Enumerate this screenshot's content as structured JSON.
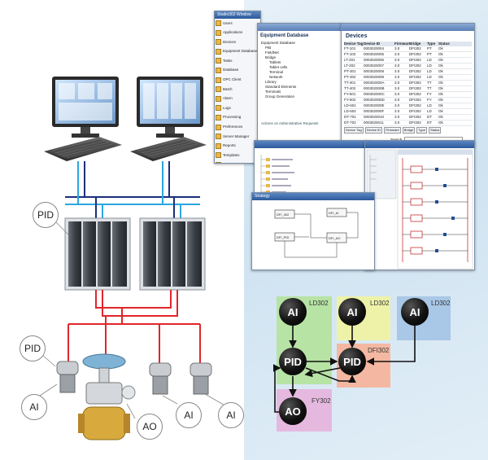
{
  "software": {
    "nav_window": {
      "title": "Studio302 Window",
      "items": [
        "Users",
        "Applications",
        "Devices",
        "Equipment Database",
        "Tasks",
        "Database",
        "OPC Client",
        "Batch",
        "Alarm",
        "Logs",
        "Processing",
        "Preferences",
        "Server Manager",
        "Reports",
        "Templates",
        "Documentation"
      ]
    },
    "equipment_db": {
      "title": "Equipment Database",
      "tree": [
        "Equipment Database",
        "PIB",
        "FieldNet",
        "Bridge",
        "Tablets",
        "Tablet cells",
        "Terminal",
        "Network",
        "Library",
        "Standard Elements",
        "Terminals",
        "Group Generation"
      ],
      "note": "Actions on Administrative Requests"
    },
    "devices_panel": {
      "title": "Devices",
      "columns": [
        "Device Tag",
        "Device ID",
        "Firmware",
        "Bridge",
        "Type",
        "Status"
      ],
      "rows": [
        [
          "FT-101",
          "0003020004",
          "3.0",
          "DFI302",
          "PT",
          "Ok"
        ],
        [
          "FT-102",
          "0003020005",
          "3.0",
          "DFI302",
          "PT",
          "Ok"
        ],
        [
          "LT-201",
          "0003020006",
          "3.0",
          "DFI302",
          "LD",
          "Ok"
        ],
        [
          "LT-202",
          "0003020007",
          "3.0",
          "DFI302",
          "LD",
          "Ok"
        ],
        [
          "PT-301",
          "0003020008",
          "3.0",
          "DFI302",
          "LD",
          "Ok"
        ],
        [
          "PT-302",
          "0003020009",
          "3.0",
          "DFI302",
          "LD",
          "Ok"
        ],
        [
          "TT-401",
          "000302000A",
          "3.0",
          "DFI302",
          "TT",
          "Ok"
        ],
        [
          "TT-402",
          "000302000B",
          "3.0",
          "DFI302",
          "TT",
          "Ok"
        ],
        [
          "FY-501",
          "000302000C",
          "3.0",
          "DFI302",
          "FY",
          "Ok"
        ],
        [
          "FY-502",
          "000302000D",
          "3.0",
          "DFI302",
          "FY",
          "Ok"
        ],
        [
          "LD-601",
          "000302000E",
          "3.0",
          "DFI302",
          "LD",
          "Ok"
        ],
        [
          "LD-602",
          "000302000F",
          "3.0",
          "DFI302",
          "LD",
          "Ok"
        ],
        [
          "DT-701",
          "0003020010",
          "3.0",
          "DFI302",
          "DT",
          "Ok"
        ],
        [
          "DT-702",
          "0003020011",
          "3.0",
          "DFI302",
          "DT",
          "Ok"
        ]
      ],
      "buttons": [
        "Device Tag",
        "Device ID",
        "Firmware",
        "Bridge",
        "Type",
        "Status"
      ],
      "search_label": "Search"
    },
    "strategy_window": {
      "title": "Strategy",
      "blocks": [
        "DFI_302",
        "DFI_AI",
        "DFI_PID",
        "DFI_AO"
      ]
    },
    "ladder_window": {
      "title": "Ladder Logic"
    }
  },
  "diagram": {
    "labels": {
      "pid_top": "PID",
      "pid_field": "PID",
      "ai_left": "AI",
      "ao": "AO",
      "ai_mid": "AI",
      "ai_right": "AI"
    }
  },
  "function_blocks": {
    "zones": [
      {
        "tag": "LD302",
        "color": "#b7e3a5"
      },
      {
        "tag": "LD302",
        "color": "#eef2a8"
      },
      {
        "tag": "LD302",
        "color": "#a9c7e6"
      },
      {
        "tag": "DFI302",
        "color": "#f4b8a2"
      },
      {
        "tag": "FY302",
        "color": "#e5b9df"
      }
    ],
    "blocks": {
      "ai1": "AI",
      "ai2": "AI",
      "ai3": "AI",
      "pid1": "PID",
      "pid2": "PID",
      "ao": "AO"
    }
  }
}
